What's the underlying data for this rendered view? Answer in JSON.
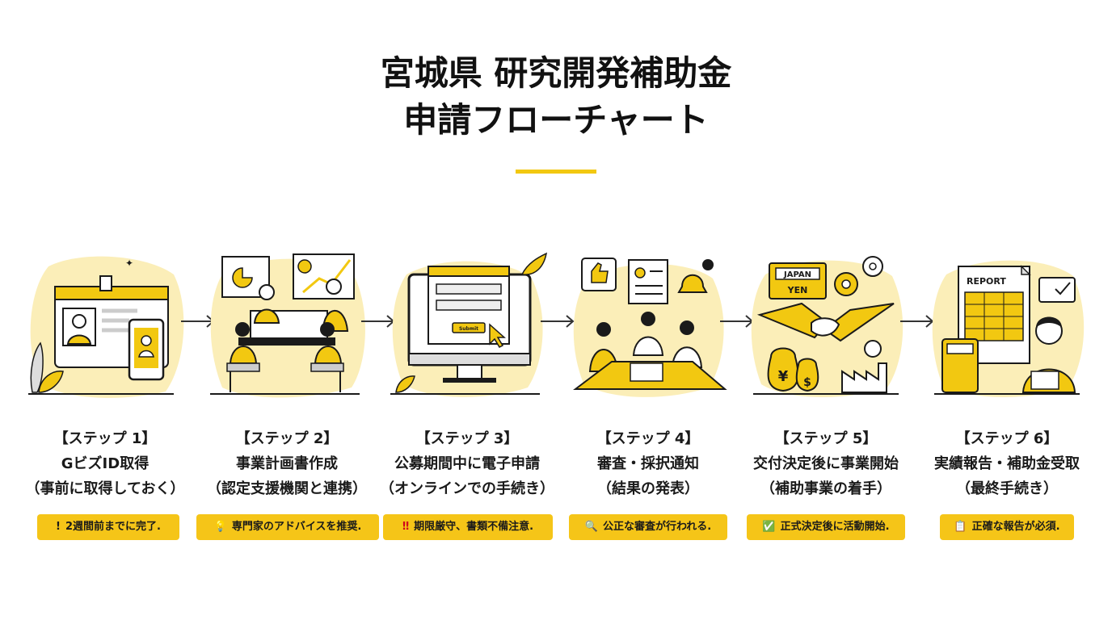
{
  "title": {
    "line1": "宮城県 研究開発補助金",
    "line2": "申請フローチャート"
  },
  "colors": {
    "accent": "#f2c811",
    "blob": "#fbeeb8",
    "ink": "#1a1a1a"
  },
  "steps": [
    {
      "heading": "【ステップ 1】",
      "name": "GビズID取得",
      "detail": "（事前に取得しておく）",
      "note": "2週間前までに完了.",
      "note_icon": "exclamation-icon",
      "note_glyph": "!"
    },
    {
      "heading": "【ステップ 2】",
      "name": "事業計画書作成",
      "detail": "（認定支援機関と連携）",
      "note": "専門家のアドバイスを推奨.",
      "note_icon": "lightbulb-icon",
      "note_glyph": "💡"
    },
    {
      "heading": "【ステップ 3】",
      "name": "公募期間中に電子申請",
      "detail": "（オンラインでの手続き）",
      "note": "期限厳守、書類不備注意.",
      "note_icon": "double-exclamation-icon",
      "note_glyph": "‼"
    },
    {
      "heading": "【ステップ 4】",
      "name": "審査・採択通知",
      "detail": "（結果の発表）",
      "note": "公正な審査が行われる.",
      "note_icon": "magnifier-icon",
      "note_glyph": "🔍"
    },
    {
      "heading": "【ステップ 5】",
      "name": "交付決定後に事業開始",
      "detail": "（補助事業の着手）",
      "note": "正式決定後に活動開始.",
      "note_icon": "checkmark-icon",
      "note_glyph": "✅"
    },
    {
      "heading": "【ステップ 6】",
      "name": "実績報告・補助金受取",
      "detail": "（最終手続き）",
      "note": "正確な報告が必須.",
      "note_icon": "clipboard-icon",
      "note_glyph": "📋"
    }
  ],
  "illustration_labels": {
    "submit": "Submit",
    "japan": "JAPAN",
    "yen": "YEN",
    "report": "REPORT",
    "yen_sign": "¥",
    "dollar_sign": "$"
  }
}
